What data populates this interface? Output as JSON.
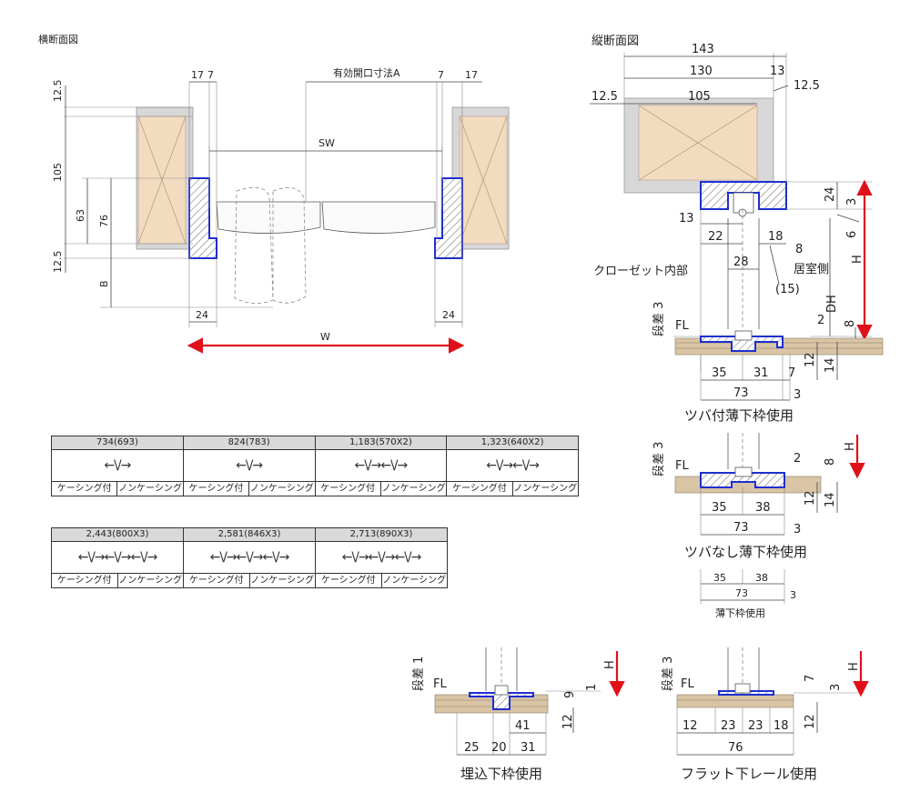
{
  "left_section": {
    "title": "横断面図",
    "dims": {
      "d17a": "17",
      "d7a": "7",
      "opening": "有効開口寸法A",
      "d7b": "7",
      "d17b": "17",
      "d12_5top": "12.5",
      "d105": "105",
      "d63": "63",
      "d76": "76",
      "d12_5bot": "12.5",
      "sw": "SW",
      "b": "B",
      "d24a": "24",
      "d24b": "24",
      "w": "W"
    }
  },
  "right_section": {
    "title": "縦断面図",
    "dims": {
      "d143": "143",
      "d130": "130",
      "d13a": "13",
      "d12_5a": "12.5",
      "d105": "105",
      "d12_5b": "12.5",
      "d24": "24",
      "d3a": "3",
      "d13b": "13",
      "d6": "6",
      "d22": "22",
      "d18": "18",
      "d8a": "8",
      "d28": "28",
      "closet": "クローゼット内部",
      "living": "居室側",
      "d15": "(15)",
      "h": "H",
      "dh": "DH",
      "step3a": "段差 3",
      "fl": "FL",
      "d2a": "2",
      "d8b": "8",
      "d12a": "12",
      "d14a": "14",
      "d35a": "35",
      "d31a": "31",
      "d7": "7",
      "d73a": "73",
      "d3b": "3",
      "caption1": "ツバ付薄下枠使用"
    }
  },
  "section2": {
    "step": "段差 3",
    "fl": "FL",
    "h": "H",
    "d2": "2",
    "d8": "8",
    "d12": "12",
    "d14": "14",
    "d35": "35",
    "d38": "38",
    "d73": "73",
    "d3": "3",
    "caption": "ツバなし薄下枠使用"
  },
  "section3": {
    "d35": "35",
    "d38": "38",
    "d73": "73",
    "d3": "3",
    "caption": "薄下枠使用"
  },
  "section4": {
    "step": "段差 1",
    "fl": "FL",
    "h": "H",
    "d9": "9",
    "d1": "1",
    "d41": "41",
    "d12": "12",
    "d25": "25",
    "d20": "20",
    "d31": "31",
    "caption": "埋込下枠使用"
  },
  "section5": {
    "step": "段差 3",
    "fl": "FL",
    "h": "H",
    "d7": "7",
    "d3": "3",
    "d12a": "12",
    "d23a": "23",
    "d23b": "23",
    "d18": "18",
    "d12b": "12",
    "d76": "76",
    "caption": "フラット下レール使用"
  },
  "tables": {
    "row1": [
      {
        "header": "734(693)",
        "panels": "←\\/→",
        "casing": "ケーシング付",
        "noncasing": "ノンケーシング"
      },
      {
        "header": "824(783)",
        "panels": "←\\/→",
        "casing": "ケーシング付",
        "noncasing": "ノンケーシング"
      },
      {
        "header": "1,183(570X2)",
        "panels": "←\\/→←\\/→",
        "casing": "ケーシング付",
        "noncasing": "ノンケーシング"
      },
      {
        "header": "1,323(640X2)",
        "panels": "←\\/→←\\/→",
        "casing": "ケーシング付",
        "noncasing": "ノンケーシング"
      }
    ],
    "row2": [
      {
        "header": "2,443(800X3)",
        "panels": "←\\/→←\\/→←\\/→",
        "casing": "ケーシング付",
        "noncasing": "ノンケーシング"
      },
      {
        "header": "2,581(846X3)",
        "panels": "←\\/→←\\/→←\\/→",
        "casing": "ケーシング付",
        "noncasing": "ノンケーシング"
      },
      {
        "header": "2,713(890X3)",
        "panels": "←\\/→←\\/→←\\/→",
        "casing": "ケーシング付",
        "noncasing": "ノンケーシング"
      }
    ]
  },
  "colors": {
    "frame_outline": "#1f2fd0",
    "arrow": "#e0101a",
    "wall_core": "#f2dcbf",
    "floor": "#d9c4a6"
  }
}
